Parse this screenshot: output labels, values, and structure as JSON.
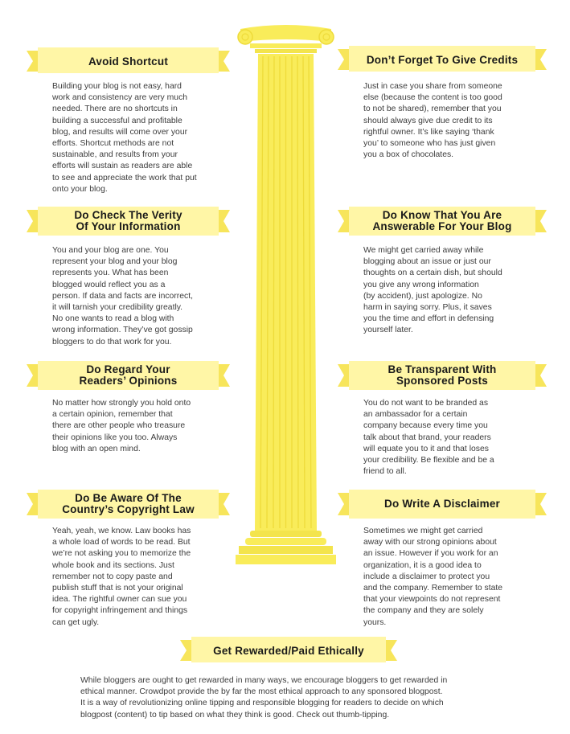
{
  "colors": {
    "banner": "#fff6a6",
    "banner_tail": "#f7e55b",
    "column": "#f9ec5a",
    "column_shade": "#eedb3a",
    "text": "#3c3c3c"
  },
  "sections": [
    {
      "title": "Avoid Shortcut",
      "body": "Building your blog is not easy, hard\nwork and consistency are very much\nneeded. There are no shortcuts in\nbuilding a successful and profitable\nblog, and results will come over your\nefforts. Shortcut methods are not\nsustainable, and results from your\nefforts will sustain as readers are able\nto see and appreciate the work that put\nonto your blog."
    },
    {
      "title": "Don’t Forget To Give Credits",
      "body": "Just in case you share from someone\nelse (because the content is too good\nto not be shared), remember that you\nshould always give due credit to its\nrightful owner. It’s like saying ‘thank\nyou’ to someone who has just given\nyou a box of chocolates."
    },
    {
      "title": "Do Check The Verity\nOf Your Information",
      "body": "You and your blog are one. You\nrepresent your blog and your blog\nrepresents you. What has been\nblogged would reflect you as a\nperson. If data and facts are incorrect,\nit will tarnish your credibility greatly.\nNo one wants to read a blog with\nwrong information. They’ve got gossip\nbloggers to do that work for you."
    },
    {
      "title": "Do Know That You Are\nAnswerable For Your Blog",
      "body": "We might get carried away while\nblogging about an issue or just our\nthoughts on a certain dish, but should\nyou give any wrong information\n(by accident), just apologize. No\nharm in saying sorry. Plus, it saves\nyou the time and effort in defensing\nyourself later."
    },
    {
      "title": "Do Regard Your\nReaders’ Opinions",
      "body": "No matter how strongly you hold onto\na certain opinion, remember that\nthere are other people who treasure\ntheir opinions like you too. Always\nblog with an open mind."
    },
    {
      "title": "Be Transparent With\nSponsored Posts",
      "body": "You do not want to be branded as\nan ambassador for a certain\ncompany because every time you\ntalk about that brand, your readers\nwill equate you to it and that loses\nyour credibility. Be flexible and be a\nfriend to all."
    },
    {
      "title": "Do Be Aware Of The\nCountry’s Copyright Law",
      "body": "Yeah, yeah, we know. Law books has\na whole load of words to be read. But\nwe’re not asking you to memorize the\nwhole book and its sections. Just\nremember not to copy paste and\npublish stuff that is not your original\nidea. The rightful owner can sue you\nfor copyright infringement and things\ncan get ugly."
    },
    {
      "title": "Do Write A Disclaimer",
      "body": "Sometimes we might get carried\naway with our strong opinions about\nan issue. However if you work for an\norganization, it is a good idea to\ninclude a disclaimer to protect you\nand the company. Remember to state\nthat your viewpoints do not represent\nthe company and they are solely\nyours."
    },
    {
      "title": "Get Rewarded/Paid Ethically",
      "body": "While bloggers are ought to get rewarded in many ways, we encourage bloggers to get rewarded in\nethical manner. Crowdpot provide the by far the most ethical approach to any sponsored blogpost.\nIt is a way of revolutionizing online tipping and responsible blogging for readers to decide on which\nblogpost (content) to tip based on what they think is good. Check out thumb-tipping."
    }
  ]
}
